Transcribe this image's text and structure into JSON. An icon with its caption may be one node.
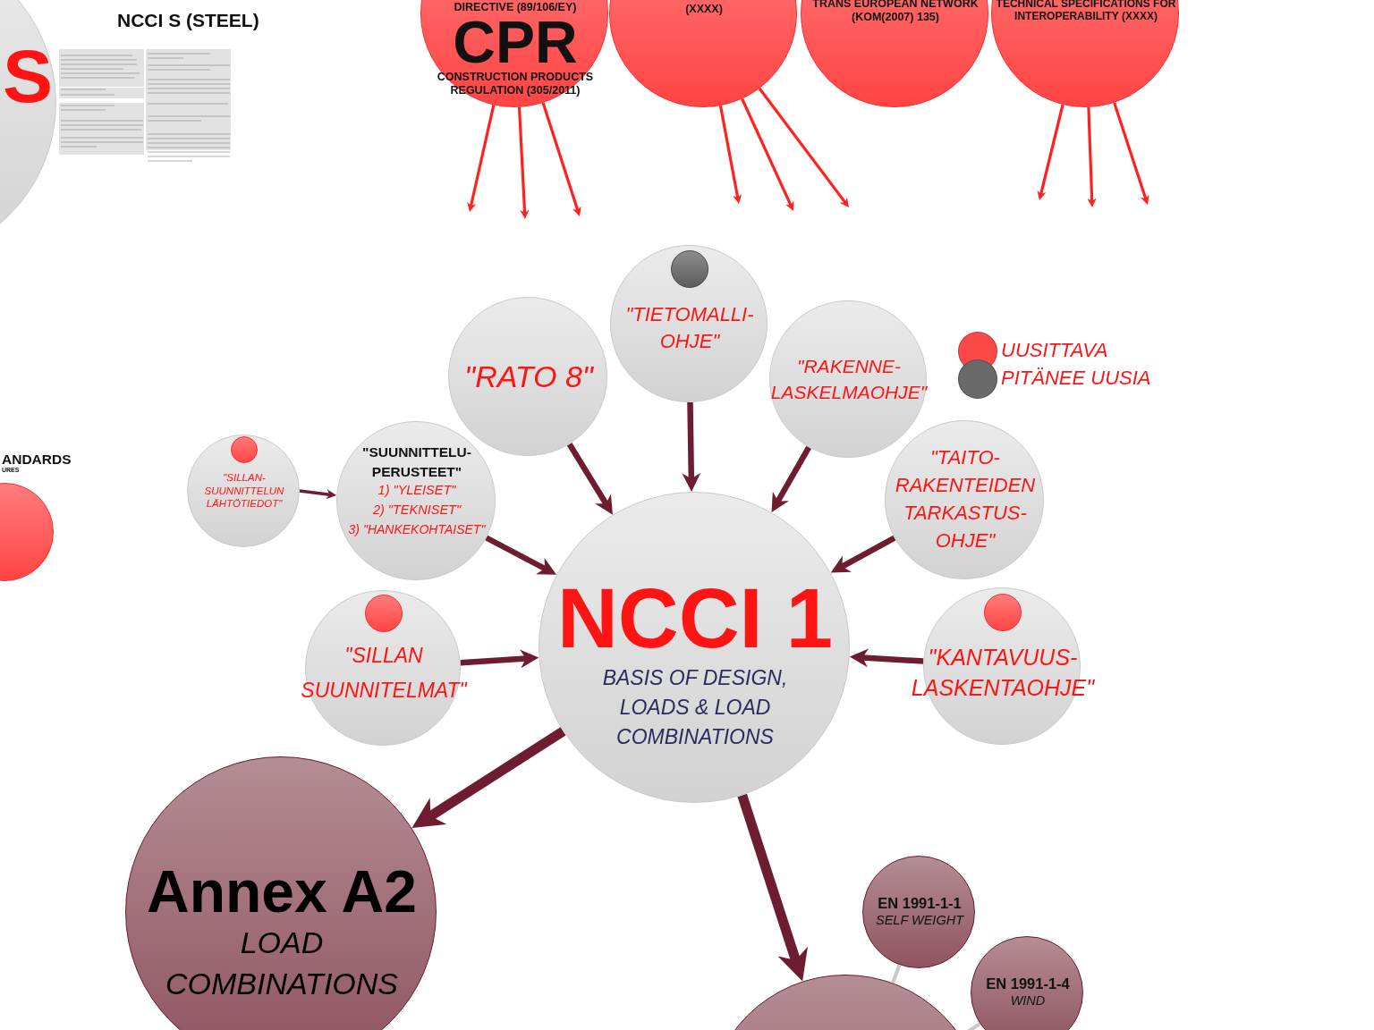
{
  "diagram": {
    "nodes": [
      {
        "text": [
          "S"
        ]
      },
      {
        "text": [
          "DIRECTIVE (89/106/EY)",
          "CPR",
          "CONSTRUCTION PRODUCTS REGULATION (305/2011)"
        ]
      },
      {
        "text": [
          "(XXXX)"
        ]
      },
      {
        "text": [
          "TRANS EUROPEAN NETWORK (KOM(2007) 135)"
        ]
      },
      {
        "text": [
          "TECHNICAL SPECIFICATIONS FOR INTEROPERABILITY (XXXX)"
        ]
      },
      {
        "text": [
          "\"RATO 8\""
        ]
      },
      {
        "text": [
          "\"TIETOMALLI-OHJE\""
        ]
      },
      {
        "text": [],
        "shape": "circle",
        "in": 6
      },
      {
        "text": [
          "\"RAKENNE-LASKELMAOHJE\""
        ]
      },
      {
        "text": [
          "\"SILLAN-SUUNNITTELUN LÄHTÖTIEDOT\""
        ]
      },
      {
        "text": [],
        "shape": "circle",
        "in": 9
      },
      {
        "text": [
          "\"SUUNNITTELU-PERUSTEET\"",
          "1) \"YLEISET\"",
          "2) \"TEKNISET\"",
          "3) \"HANKEKOHTAISET\""
        ]
      },
      {
        "text": [
          "\"TAITO-RAKENTEIDEN TARKASTUS-OHJE\""
        ]
      },
      {
        "text": [
          "\"SILLAN SUUNNITELMAT\""
        ]
      },
      {
        "text": [],
        "shape": "circle",
        "in": 13
      },
      {
        "text": [
          "NCCI 1",
          "BASIS OF DESIGN, LOADS & LOAD COMBINATIONS"
        ]
      },
      {
        "text": [
          "\"KANTAVUUS-LASKENTAOHJE\""
        ]
      },
      {
        "text": [],
        "shape": "circle",
        "in": 16
      },
      {
        "text": [
          "Annex A2",
          "LOAD COMBINATIONS"
        ]
      },
      {
        "text": [
          "EN 1991-1-1",
          "SELF WEIGHT"
        ]
      },
      {
        "text": [
          "EN 1991-1-4",
          "WIND"
        ]
      },
      {
        "text": [],
        "shape": "circle"
      },
      {
        "text": [],
        "shape": "circle"
      }
    ],
    "edges": [
      {
        "from": 1,
        "to": null,
        "arrow": "to",
        "color": "#ff2020"
      },
      {
        "from": 1,
        "to": null,
        "arrow": "to",
        "color": "#ff2020"
      },
      {
        "from": 1,
        "to": null,
        "arrow": "to",
        "color": "#ff2020"
      },
      {
        "from": 2,
        "to": null,
        "arrow": "to",
        "color": "#ff2020"
      },
      {
        "from": 2,
        "to": null,
        "arrow": "to",
        "color": "#ff2020"
      },
      {
        "from": 2,
        "to": null,
        "arrow": "to",
        "color": "#ff2020"
      },
      {
        "from": 4,
        "to": null,
        "arrow": "to",
        "color": "#ff2020"
      },
      {
        "from": 4,
        "to": null,
        "arrow": "to",
        "color": "#ff2020"
      },
      {
        "from": 4,
        "to": null,
        "arrow": "to",
        "color": "#ff2020"
      },
      {
        "from": 9,
        "to": 11,
        "arrow": "to"
      },
      {
        "from": 5,
        "to": 15,
        "arrow": "to"
      },
      {
        "from": 6,
        "to": 15,
        "arrow": "to"
      },
      {
        "from": 8,
        "to": 15,
        "arrow": "to"
      },
      {
        "from": 11,
        "to": 15,
        "arrow": "to"
      },
      {
        "from": 12,
        "to": 15,
        "arrow": "to"
      },
      {
        "from": 13,
        "to": 15,
        "arrow": "to"
      },
      {
        "from": 16,
        "to": 15,
        "arrow": "to"
      },
      {
        "from": 15,
        "to": 18,
        "arrow": "to",
        "style": "thick"
      },
      {
        "from": 15,
        "to": 21,
        "arrow": "to",
        "style": "thick"
      },
      {
        "from": 19,
        "to": 21,
        "arrow": "none",
        "color": "#c8c8c8"
      },
      {
        "from": 20,
        "to": 21,
        "arrow": "none",
        "color": "#c8c8c8"
      }
    ],
    "labels": [
      "NCCI S (STEEL)",
      "ANDARDS",
      "URES"
    ],
    "legend": [
      {
        "text": "UUSITTAVA",
        "color": "#ff4848"
      },
      {
        "text": "PITÄNEE UUSIA",
        "color": "#6a6a6a"
      }
    ]
  }
}
